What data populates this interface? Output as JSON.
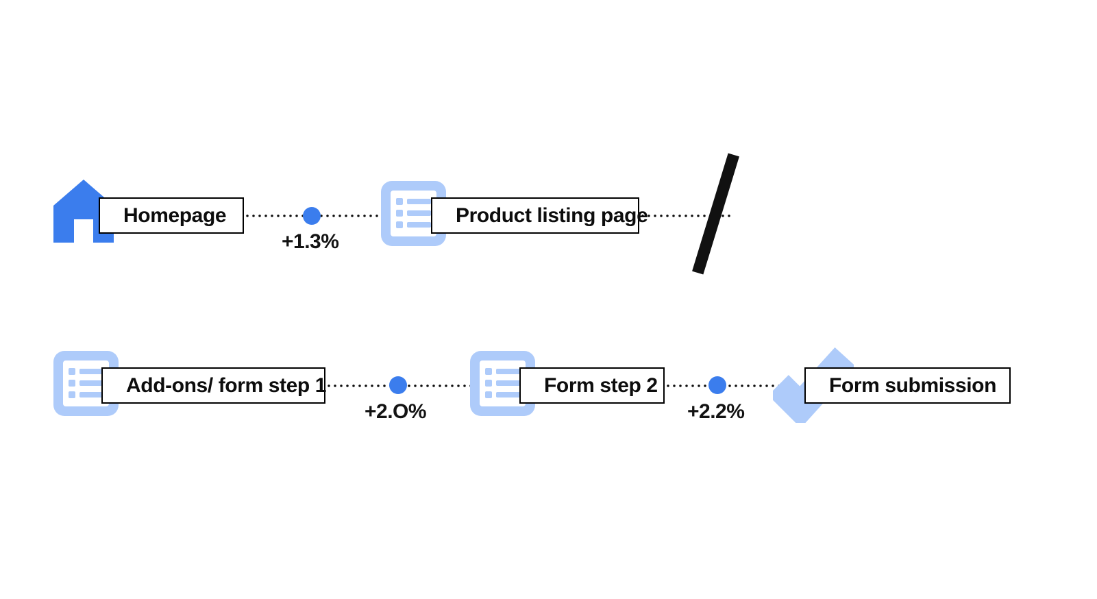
{
  "page": {
    "title": "Conversion funnel steps",
    "background_color": "#ffffff",
    "accent_blue": "#3b7ded",
    "icon_light_blue": "#aecbfa",
    "text_color": "#0d0d0d"
  },
  "flow": {
    "rows": [
      {
        "id": "row-1",
        "steps": [
          {
            "id": "homepage",
            "label": "Homepage",
            "icon": "home-icon"
          },
          {
            "id": "product-listing-page",
            "label": "Product listing page",
            "icon": "list-icon"
          }
        ],
        "connectors": [
          {
            "id": "connector-1",
            "value": "+1.3%"
          }
        ]
      },
      {
        "id": "row-2",
        "steps": [
          {
            "id": "add-ons-form-step-1",
            "label": "Add-ons/ form step 1",
            "icon": "list-icon"
          },
          {
            "id": "form-step-2",
            "label": "Form step 2",
            "icon": "list-icon"
          },
          {
            "id": "form-submission",
            "label": "Form submission",
            "icon": "check-icon"
          }
        ],
        "connectors": [
          {
            "id": "connector-2",
            "value": "+2.O%"
          },
          {
            "id": "connector-3",
            "value": "+2.2%"
          }
        ]
      }
    ],
    "decoration": {
      "id": "slash-mark",
      "name": "black-slash-mark"
    }
  }
}
